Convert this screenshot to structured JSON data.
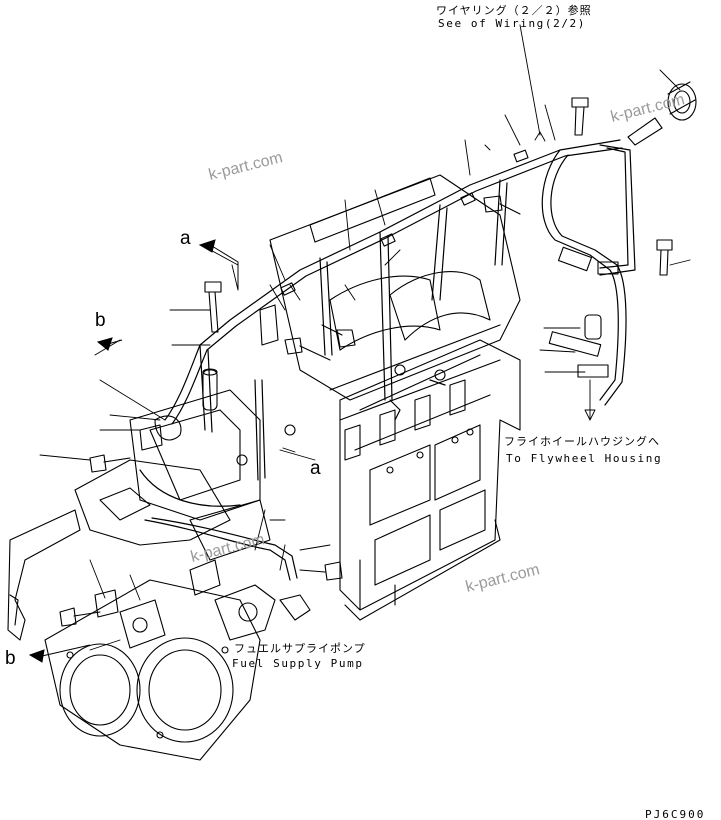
{
  "labels": {
    "wiring_jp": "ワイヤリング（２／２）参照",
    "wiring_en": "See of Wiring(2/2)",
    "flywheel_jp": "フライホイールハウジングへ",
    "flywheel_en": "To Flywheel Housing",
    "pump_jp": "フュエルサプライポンプ",
    "pump_en": "Fuel Supply Pump",
    "ref_a": "a",
    "ref_b": "b",
    "drawing_code": "PJ6C900"
  },
  "watermark": "k-part.com",
  "colors": {
    "line": "#000000",
    "watermark": "#9a9a9a"
  }
}
